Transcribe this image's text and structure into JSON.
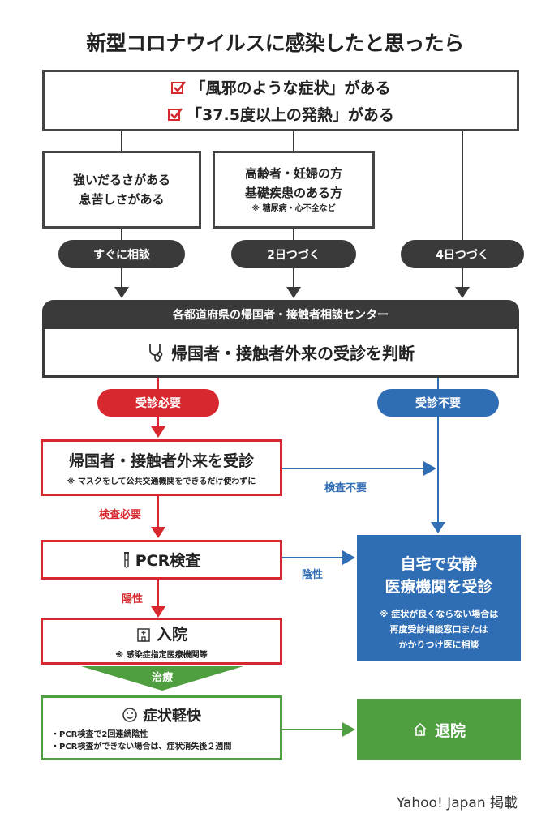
{
  "title": "新型コロナウイルスに感染したと思ったら",
  "symptoms": [
    "「風邪のような症状」がある",
    "「37.5度以上の発熱」がある"
  ],
  "branch1": {
    "lines": [
      "強いだるさがある",
      "息苦しさがある"
    ],
    "pill": "すぐに相談"
  },
  "branch2": {
    "lines": [
      "高齢者・妊婦の方",
      "基礎疾患のある方"
    ],
    "note": "※ 糖尿病・心不全など",
    "pill": "2日つづく"
  },
  "branch3": {
    "pill": "4日つづく"
  },
  "center": {
    "header": "各都道府県の帰国者・接触者相談センター",
    "body": "帰国者・接触者外来の受診を判断"
  },
  "pill_required": "受診必要",
  "pill_not_required": "受診不要",
  "outpatient": {
    "title": "帰国者・接触者外来を受診",
    "note": "※ マスクをして公共交通機関をできるだけ使わずに"
  },
  "label_test_required": "検査必要",
  "label_test_not_required": "検査不要",
  "pcr": {
    "title": "PCR検査"
  },
  "label_positive": "陽性",
  "label_negative": "陰性",
  "hospital": {
    "title": "入院",
    "note": "※ 感染症指定医療機関等"
  },
  "treatment": "治療",
  "home": {
    "lines": [
      "自宅で安静",
      "医療機関を受診"
    ],
    "notes": [
      "※ 症状が良くならない場合は",
      "再度受診相談窓口または",
      "かかりつけ医に相談"
    ]
  },
  "recovery": {
    "title": "症状軽快",
    "notes": [
      "・PCR検査で2回連続陰性",
      "・PCR検査ができない場合は、症状消失後２週間"
    ]
  },
  "discharge": "退院",
  "footer": "Yahoo! Japan 掲載",
  "colors": {
    "dark": "#3a3a3a",
    "red": "#d7282f",
    "blue": "#2f6db5",
    "green": "#4f9e3f"
  }
}
